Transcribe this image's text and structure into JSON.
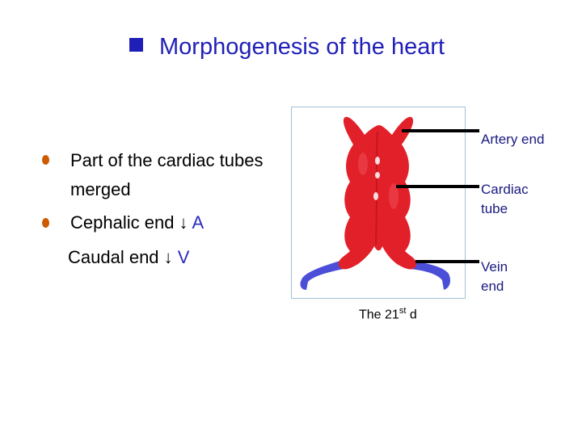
{
  "slide": {
    "title": "Morphogenesis of the heart",
    "bullets": [
      {
        "line1": "Part of the cardiac tubes",
        "line2": "merged"
      },
      {
        "text": "Cephalic end ",
        "arrow": "↓",
        "value": " A"
      }
    ],
    "subline": {
      "text": "Caudal end ",
      "arrow": "↓",
      "value": " V"
    }
  },
  "figure": {
    "labels": {
      "artery_end": "Artery end",
      "cardiac_tube_1": "Cardiac",
      "cardiac_tube_2": "tube",
      "vein_end_1": "Vein",
      "vein_end_2": "end"
    },
    "caption": {
      "prefix": "The 21",
      "sup": "st",
      "suffix": " d"
    },
    "colors": {
      "tube": "#e2202a",
      "vein": "#4b4fd8"
    }
  }
}
